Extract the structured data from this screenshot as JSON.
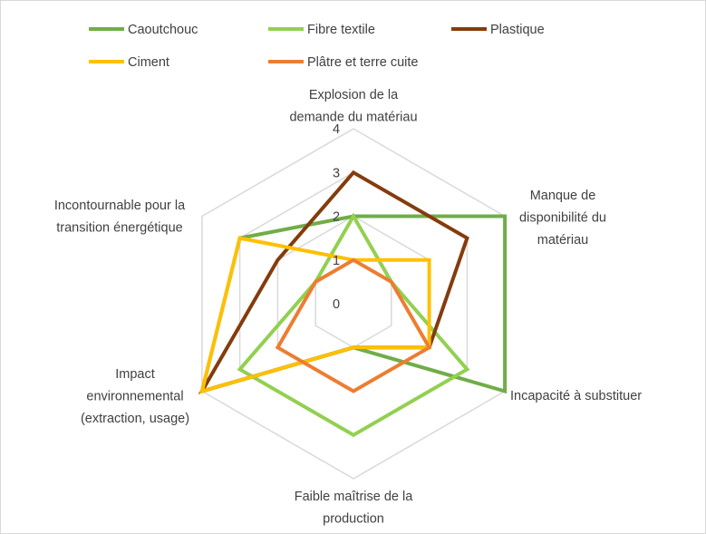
{
  "chart_data": {
    "type": "radar",
    "title": "",
    "axes": [
      [
        "Explosion de la",
        "demande du matériau"
      ],
      [
        "Manque de",
        "disponibilité du",
        "matériau"
      ],
      [
        "Incapacité à substituer"
      ],
      [
        "Faible maîtrise de la",
        "production"
      ],
      [
        "Impact",
        "environnemental",
        "(extraction, usage)"
      ],
      [
        "Incontournable pour la",
        "transition énergétique"
      ]
    ],
    "rlim": [
      0,
      4
    ],
    "ticks": [
      "0",
      "1",
      "2",
      "3",
      "4"
    ],
    "grid": true,
    "legend_position": "top",
    "series": [
      {
        "name": "Caoutchouc",
        "color": "#70ad47",
        "values": [
          2,
          4,
          4,
          1,
          4,
          3
        ]
      },
      {
        "name": "Fibre textile",
        "color": "#92d050",
        "values": [
          2,
          1,
          3,
          3,
          3,
          1
        ]
      },
      {
        "name": "Plastique",
        "color": "#843c0c",
        "values": [
          3,
          3,
          2,
          1,
          4,
          2
        ]
      },
      {
        "name": "Ciment",
        "color": "#ffc000",
        "values": [
          1,
          2,
          2,
          1,
          4,
          3
        ]
      },
      {
        "name": "Plâtre et terre cuite",
        "color": "#ed7d31",
        "values": [
          1,
          1,
          2,
          2,
          2,
          1
        ]
      }
    ]
  }
}
